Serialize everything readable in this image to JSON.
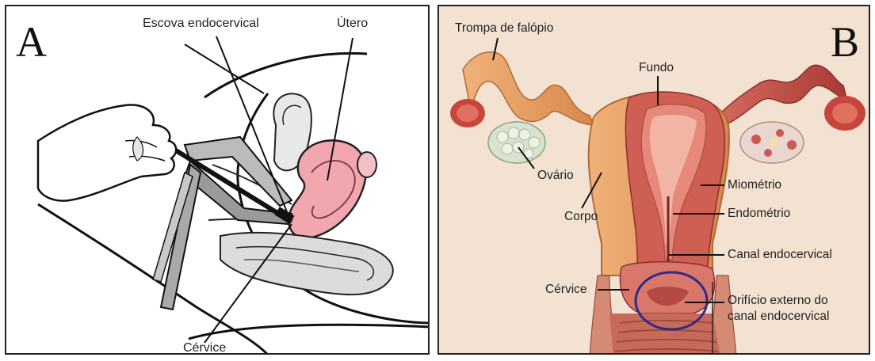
{
  "panel_a": {
    "letter": "A",
    "labels": {
      "brush": "Escova endocervical",
      "uterus": "Útero",
      "cervix": "Cérvice"
    }
  },
  "panel_b": {
    "letter": "B",
    "labels": {
      "tube": "Trompa de falópio",
      "fundus": "Fundo",
      "ovary": "Ovário",
      "body": "Corpo",
      "myometrium": "Miométrio",
      "endometrium": "Endométrio",
      "canal": "Canal endocervical",
      "cervix": "Cérvice",
      "os_line1": "Orifício externo do",
      "os_line2": "canal endocervical"
    }
  },
  "colors": {
    "uterus_pink": "#f2a7b0",
    "tissue_orange": "#e59a5c",
    "muscle_red": "#c5524a",
    "highlight_circle": "#2f2a8a"
  }
}
